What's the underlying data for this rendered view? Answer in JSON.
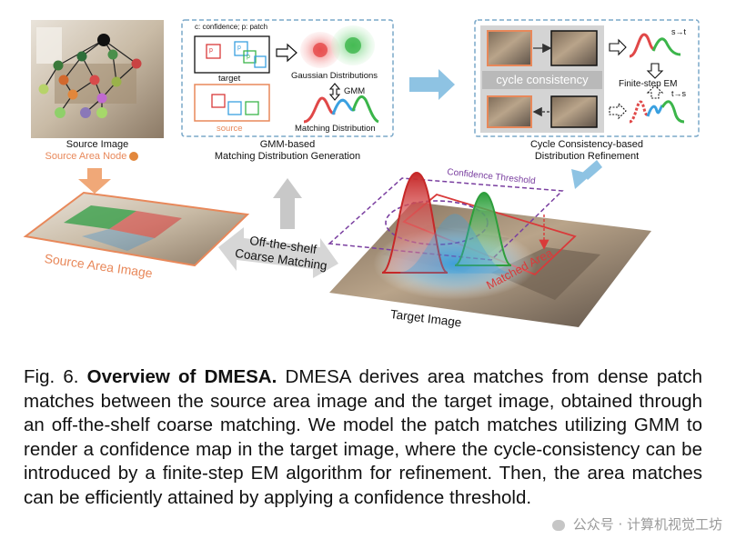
{
  "diagram": {
    "source_image_label": "Source Image",
    "source_area_node_label": "Source Area Node",
    "gmm_box": {
      "legend": "c: confidence; p: patch",
      "target_label": "target",
      "source_label": "source",
      "gaussian_label": "Gaussian Distributions",
      "gmm_label": "GMM",
      "matching_label": "Matching Distribution",
      "caption_line1": "GMM-based",
      "caption_line2": "Matching Distribution Generation",
      "patch_glyph": "p"
    },
    "cycle_box": {
      "badge": "cycle consistency",
      "st_label": "s→t",
      "ts_label": "t→s",
      "em_label": "Finite-step EM",
      "caption_line1": "Cycle Consistency-based",
      "caption_line2": "Distribution Refinement"
    },
    "source_area_image_label": "Source Area Image",
    "coarse_matching_line1": "Off-the-shelf",
    "coarse_matching_line2": "Coarse Matching",
    "confidence_threshold_label": "Confidence Threshold",
    "matched_area_label": "Matched Area",
    "target_image_label": "Target Image",
    "colors": {
      "dash_border": "#7aa8c9",
      "source_orange": "#e8885a",
      "red_peak": "#d93a3a",
      "green_peak": "#3bb54a",
      "blue_peak": "#3aa0e0",
      "threshold_purple": "#7a3fa0",
      "arrow_blue": "#8ec3e3",
      "arrow_gray": "#c8c8c8"
    }
  },
  "caption": {
    "fig_label": "Fig. 6.",
    "title": "Overview of DMESA.",
    "body": "DMESA derives area matches from dense patch matches between the source area image and the target image, obtained through an off-the-shelf coarse matching. We model the patch matches utilizing GMM to render a confidence map in the target image, where the cycle-consistency can be introduced by a finite-step EM algorithm for refinement. Then, the area matches can be efficiently attained by applying a confidence threshold."
  },
  "watermark": "公众号 · 计算机视觉工坊"
}
